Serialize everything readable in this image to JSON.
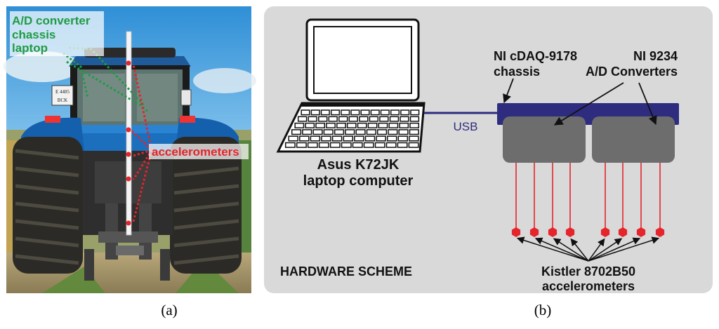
{
  "panel_a": {
    "labels": {
      "ad_converter": "A/D converter",
      "chassis": "chassis",
      "laptop": "laptop",
      "accelerometers": "accelerometers"
    },
    "plate": [
      "E 4485",
      "BCK"
    ],
    "caption": "(a)"
  },
  "panel_b": {
    "laptop_label": [
      "Asus K72JK",
      "laptop computer"
    ],
    "usb_label": "USB",
    "chassis_label": [
      "NI cDAQ-9178",
      "chassis"
    ],
    "converters_label": [
      "NI 9234",
      "A/D Converters"
    ],
    "title": "HARDWARE SCHEME",
    "sensors_label": [
      "Kistler 8702B50",
      "accelerometers"
    ],
    "caption": "(b)"
  },
  "colors": {
    "label_green": "#1f9b45",
    "label_red": "#e5242b",
    "chassis_blue": "#2e2c7e",
    "module_gray": "#6d6d6d",
    "panel_bg": "#d9d9d9",
    "sensor_red": "#e5242b"
  }
}
